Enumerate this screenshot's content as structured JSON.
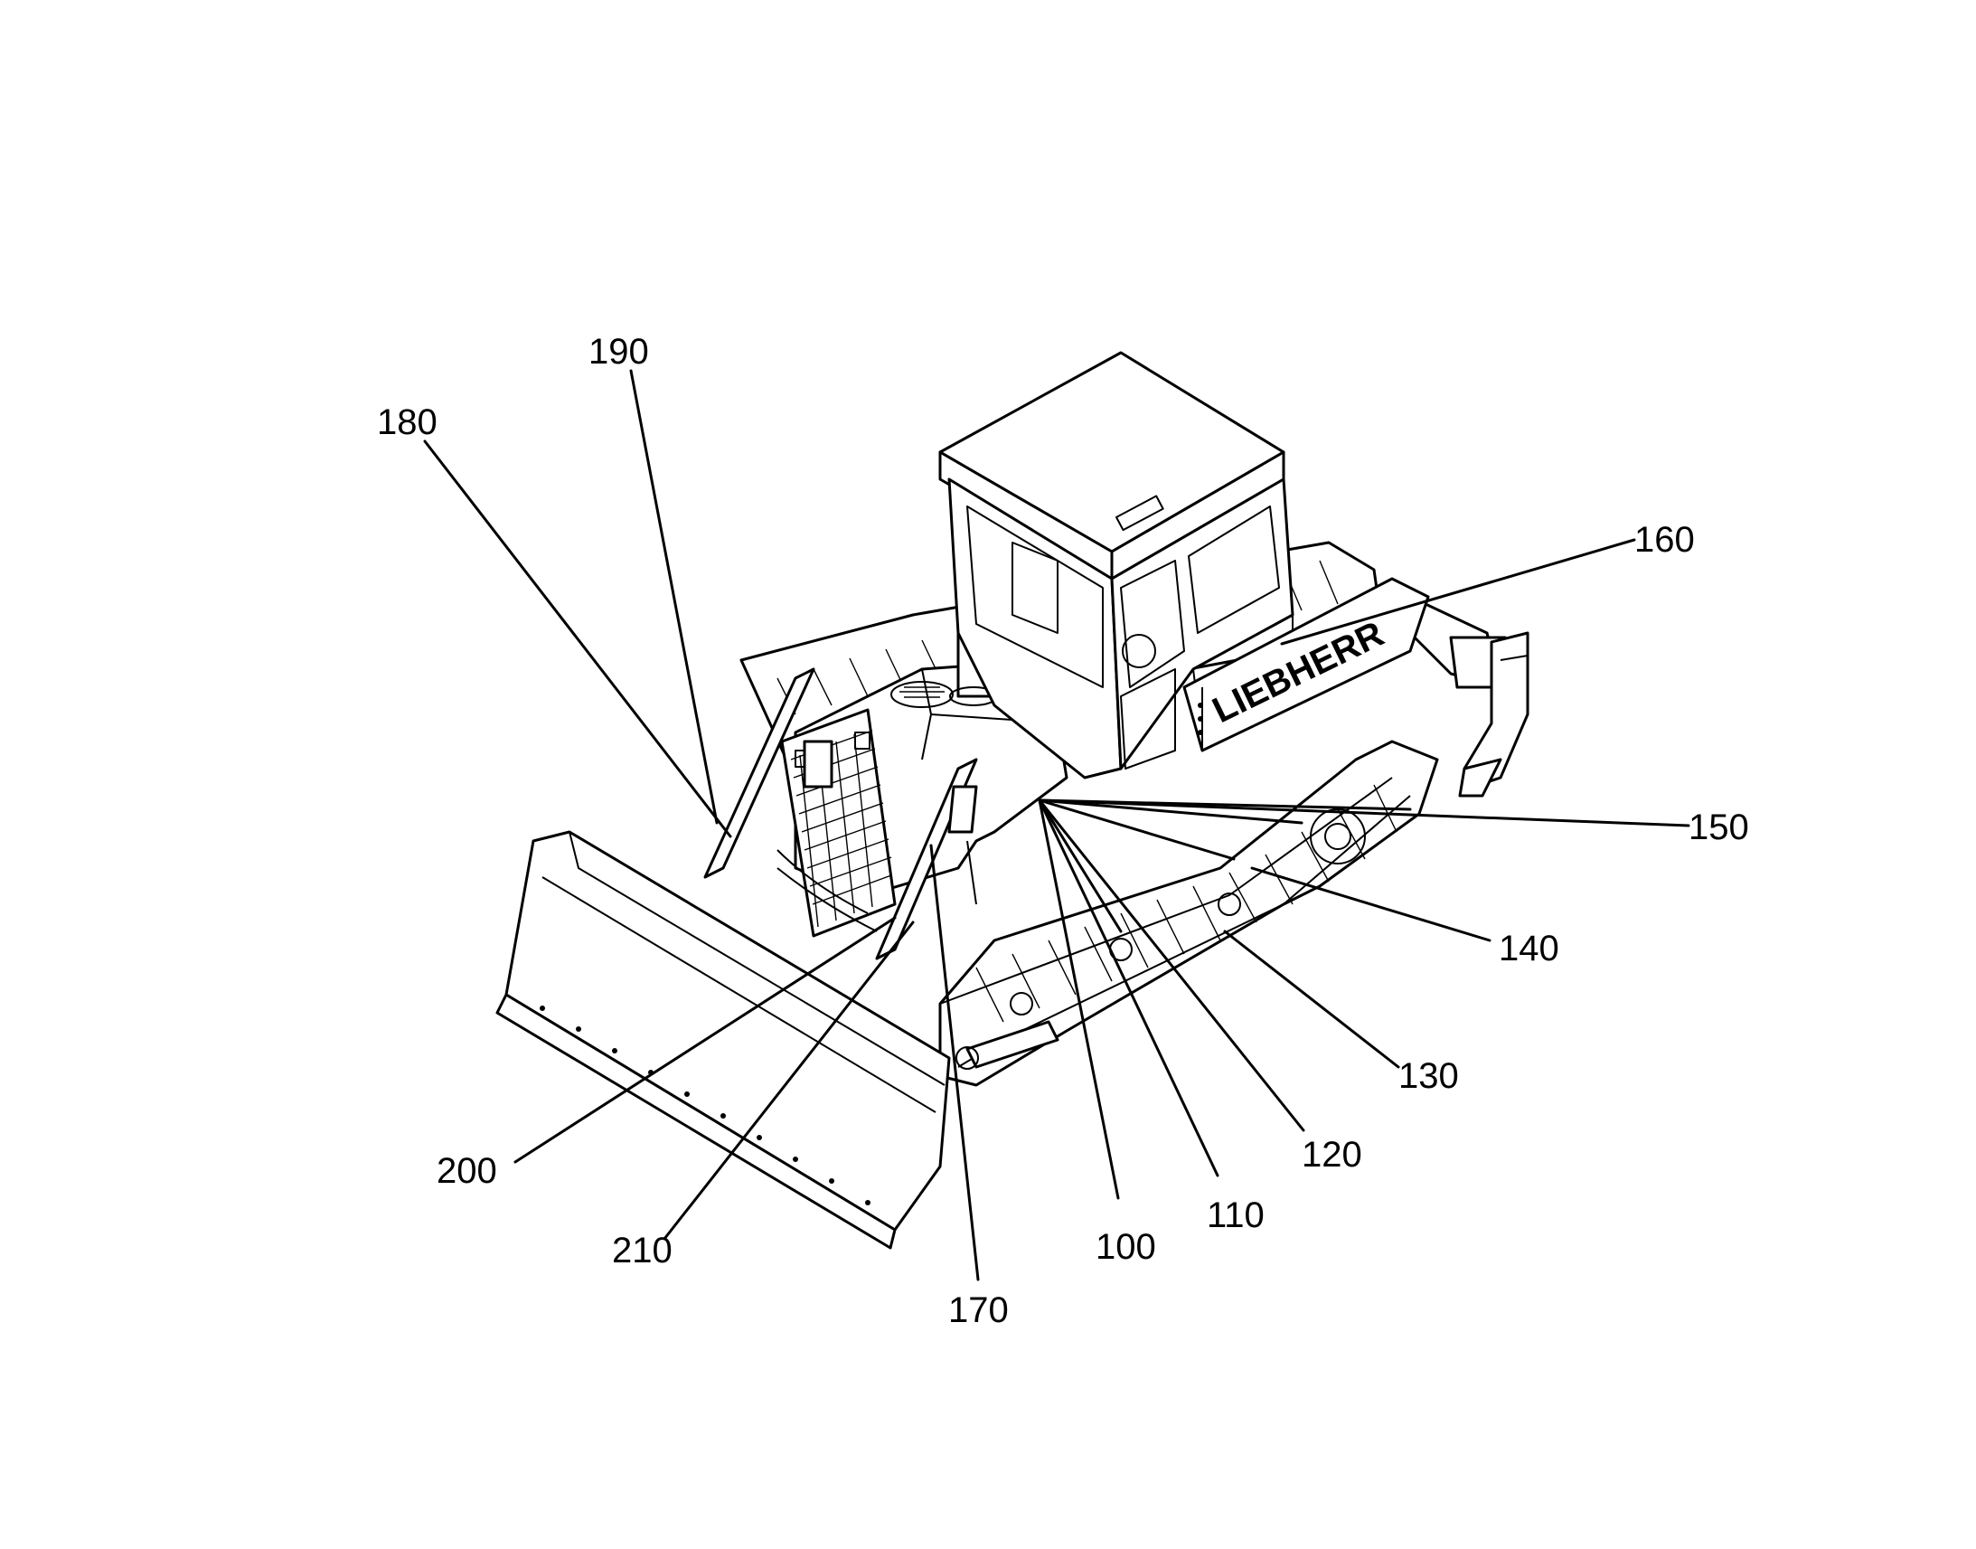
{
  "figure": {
    "brand_text": "LIEBHERR",
    "callouts": [
      {
        "id": "100",
        "label": "100"
      },
      {
        "id": "110",
        "label": "110"
      },
      {
        "id": "120",
        "label": "120"
      },
      {
        "id": "130",
        "label": "130"
      },
      {
        "id": "140",
        "label": "140"
      },
      {
        "id": "150",
        "label": "150"
      },
      {
        "id": "160",
        "label": "160"
      },
      {
        "id": "170",
        "label": "170"
      },
      {
        "id": "180",
        "label": "180"
      },
      {
        "id": "190",
        "label": "190"
      },
      {
        "id": "200",
        "label": "200"
      },
      {
        "id": "210",
        "label": "210"
      }
    ]
  }
}
